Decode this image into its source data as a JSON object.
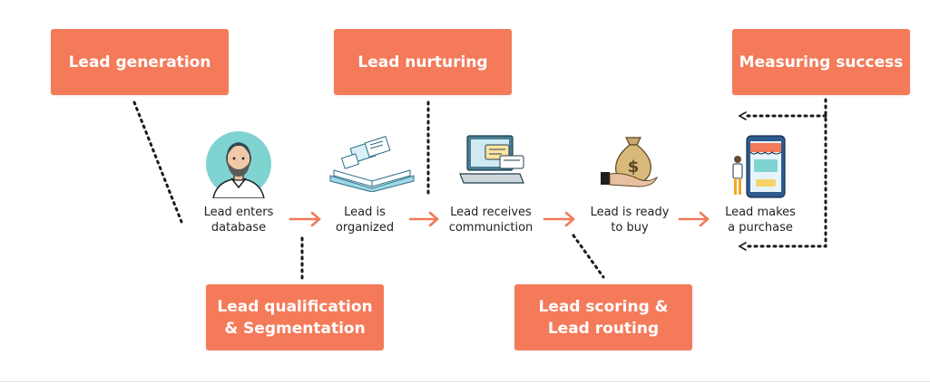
{
  "boxes": {
    "lead_generation": "Lead generation",
    "lead_nurturing": "Lead nurturing",
    "measuring_success": "Measuring success",
    "lead_qualification": "Lead qualification\n& Segmentation",
    "lead_scoring": "Lead scoring &\nLead routing"
  },
  "steps": {
    "enters_database": "Lead enters\ndatabase",
    "is_organized": "Lead is\norganized",
    "receives_communication": "Lead receives\ncommuniction",
    "ready_to_buy": "Lead is ready\nto buy",
    "makes_purchase": "Lead makes\na purchase"
  },
  "colors": {
    "accent": "#f47a5a",
    "arrow": "#f07a5a",
    "dotted": "#1a1a1a"
  },
  "icons": {
    "person": "bearded-person-avatar",
    "book": "open-book-with-documents",
    "laptop": "laptop-with-messages",
    "money": "money-bag-in-hand",
    "shop": "phone-shop-with-customer"
  }
}
